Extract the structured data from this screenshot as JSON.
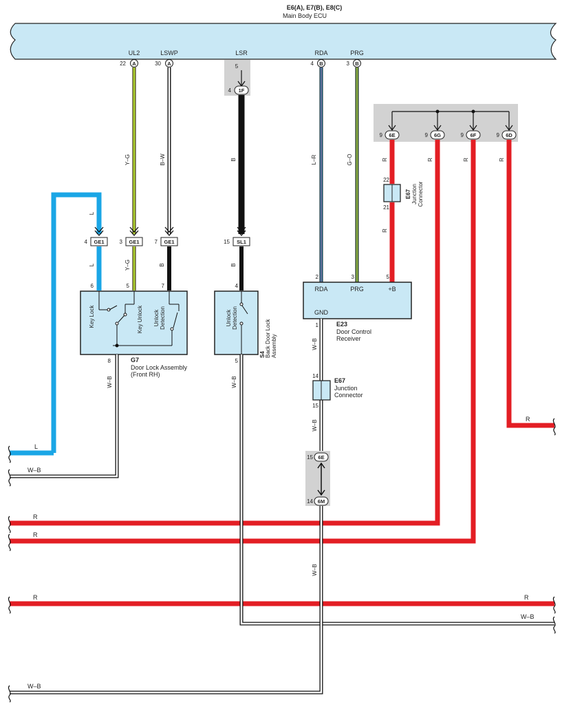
{
  "ecu": {
    "codes": "E6(A), E7(B), E8(C)",
    "name": "Main Body ECU",
    "terminals": {
      "ul2": {
        "name": "UL2",
        "pin": "22",
        "conn": "A"
      },
      "lswp": {
        "name": "LSWP",
        "pin": "30",
        "conn": "A"
      },
      "lsr": {
        "name": "LSR",
        "pin": "5"
      },
      "rda": {
        "name": "RDA",
        "pin": "4",
        "conn": "B"
      },
      "prg": {
        "name": "PRG",
        "pin": "3",
        "conn": "B"
      }
    }
  },
  "connectors": {
    "c1f": {
      "id": "1F",
      "pin": "4"
    },
    "ge1_l": {
      "id": "GE1",
      "pin": "4"
    },
    "ge1_yg": {
      "id": "GE1",
      "pin": "3"
    },
    "ge1_bw": {
      "id": "GE1",
      "pin": "7"
    },
    "sl1": {
      "id": "SL1",
      "pin": "15"
    },
    "c6e_top": {
      "id": "6E",
      "pin": "9"
    },
    "c6g": {
      "id": "6G",
      "pin": "9"
    },
    "c6f": {
      "id": "6F",
      "pin": "9"
    },
    "c6d": {
      "id": "6D",
      "pin": "9"
    },
    "c6e_bot": {
      "id": "6E",
      "pin": "15"
    },
    "c6m": {
      "id": "6M",
      "pin": "14"
    }
  },
  "wires": {
    "l": "L",
    "yg": "Y–G",
    "bw": "B–W",
    "b": "B",
    "lr": "L–R",
    "go": "G–O",
    "r": "R",
    "wb": "W–B"
  },
  "colors": {
    "blue": "#1aa6e6",
    "yellow": "#e8e81a",
    "green": "#5cb85c",
    "red": "#e31e24",
    "black": "#111111",
    "bus": "#c9e8f5",
    "gray": "#d2d2d2",
    "box": "#c9e8f5"
  },
  "door_lock_assembly": {
    "code": "G7",
    "name": "Door Lock Assembly",
    "sub": "(Front RH)",
    "pin_l": "6",
    "pin_yg": "5",
    "pin_b": "7",
    "pin_wb": "8",
    "sw1": "Key Lock",
    "sw2": "Key Unlock",
    "sw3a": "Unlock",
    "sw3b": "Detection"
  },
  "back_door_lock": {
    "code": "S4",
    "name1": "Back Door Lock",
    "name2": "Assembly",
    "pin_b": "4",
    "pin_wb": "5",
    "sw_a": "Unlock",
    "sw_b": "Detection"
  },
  "receiver": {
    "code": "E23",
    "name1": "Door Control",
    "name2": "Receiver",
    "t_rda": "RDA",
    "t_prg": "PRG",
    "t_b": "+B",
    "t_gnd": "GND",
    "pin_rda": "2",
    "pin_prg": "3",
    "pin_b": "5",
    "pin_gnd": "1"
  },
  "junction_top": {
    "code": "E67",
    "name1": "Junction",
    "name2": "Connector",
    "pin_top": "22",
    "pin_bot": "21"
  },
  "junction_mid": {
    "code": "E67",
    "name1": "Junction",
    "name2": "Connector",
    "pin_top": "14",
    "pin_bot": "15"
  }
}
